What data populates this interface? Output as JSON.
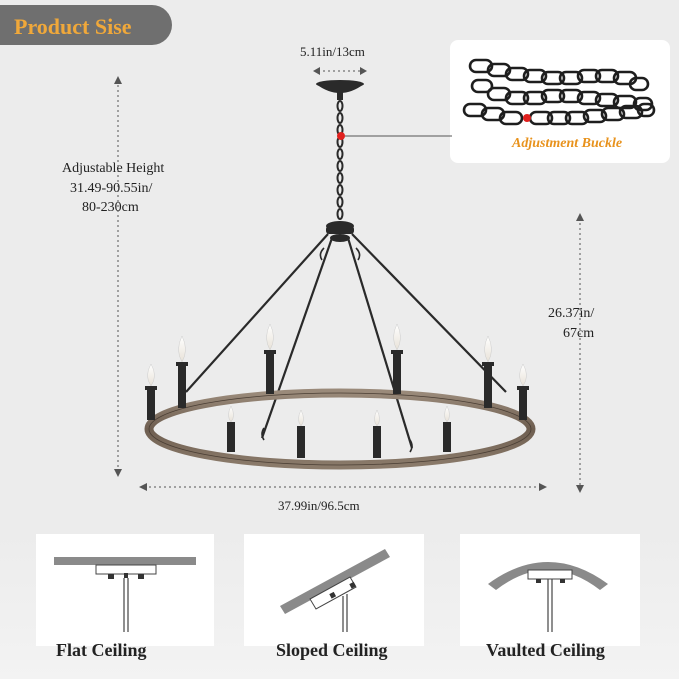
{
  "banner": {
    "title": "Product Sise"
  },
  "dimensions": {
    "canopy": "5.11in/13cm",
    "height_title": "Adjustable Height",
    "height_in": "31.49-90.55in/",
    "height_cm": "80-230cm",
    "fixture_in": "26.37in/",
    "fixture_cm": "67cm",
    "width": "37.99in/96.5cm"
  },
  "inset": {
    "label": "Adjustment Buckle"
  },
  "ceilings": [
    {
      "label": "Flat Ceiling"
    },
    {
      "label": "Sloped Ceiling"
    },
    {
      "label": "Vaulted Ceiling"
    }
  ],
  "colors": {
    "banner_bg": "#6f6f6f",
    "banner_text": "#f0a83a",
    "inset_text": "#e8921c",
    "buckle_dot": "#e0201e",
    "metal": "#2a2a2a",
    "wood": "#7a6a5c"
  }
}
